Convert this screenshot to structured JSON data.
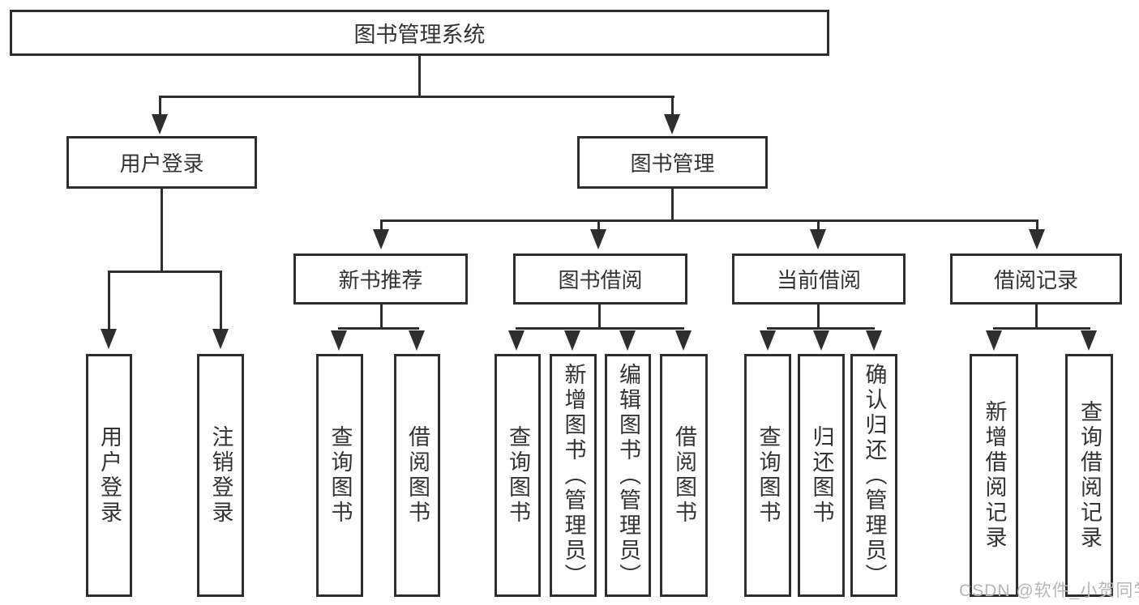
{
  "colors": {
    "line": "#2e2e2e",
    "text": "#333333",
    "background": "#ffffff",
    "watermark": "#b6b6b6"
  },
  "root": {
    "label": "图书管理系统"
  },
  "branches": [
    {
      "label": "用户登录",
      "children": [
        {
          "label": "用户登录"
        },
        {
          "label": "注销登录"
        }
      ]
    },
    {
      "label": "图书管理",
      "children": [
        {
          "label": "新书推荐",
          "children": [
            {
              "label": "查询图书"
            },
            {
              "label": "借阅图书"
            }
          ]
        },
        {
          "label": "图书借阅",
          "children": [
            {
              "label": "查询图书"
            },
            {
              "label": "新增图书（管理员）"
            },
            {
              "label": "编辑图书（管理员）"
            },
            {
              "label": "借阅图书"
            }
          ]
        },
        {
          "label": "当前借阅",
          "children": [
            {
              "label": "查询图书"
            },
            {
              "label": "归还图书"
            },
            {
              "label": "确认归还（管理员）"
            }
          ]
        },
        {
          "label": "借阅记录",
          "children": [
            {
              "label": "新增借阅记录"
            },
            {
              "label": "查询借阅记录"
            }
          ]
        }
      ]
    }
  ],
  "watermark": {
    "text": "CSDN @软件_小贺同学"
  }
}
